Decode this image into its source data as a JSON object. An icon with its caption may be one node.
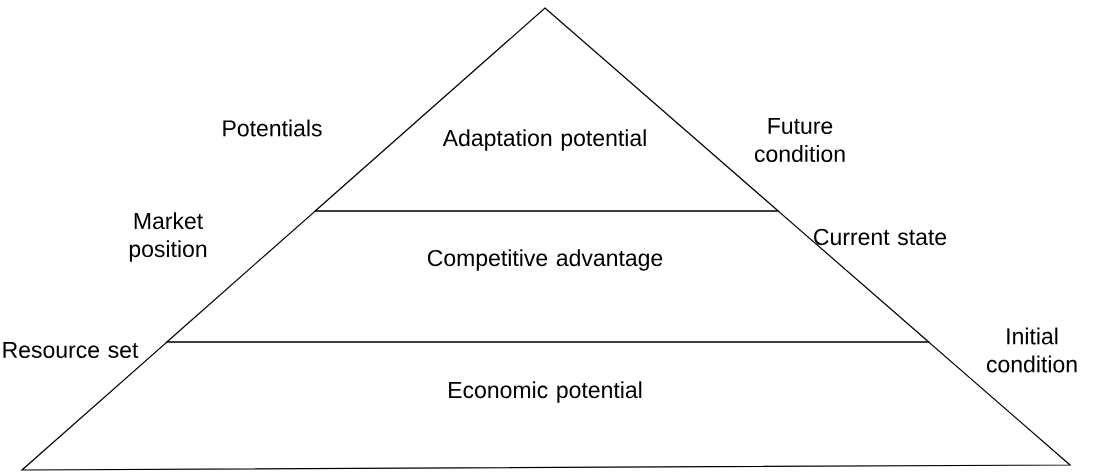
{
  "diagram": {
    "nodes": [
      {
        "text": [
          "Adaptation potential"
        ]
      },
      {
        "text": [
          "Competitive advantage"
        ]
      },
      {
        "text": [
          "Economic potential"
        ]
      }
    ],
    "labels": [
      "Potentials",
      "Future condition",
      "Market position",
      "Current state",
      "Resource set",
      "Initial condition"
    ]
  }
}
